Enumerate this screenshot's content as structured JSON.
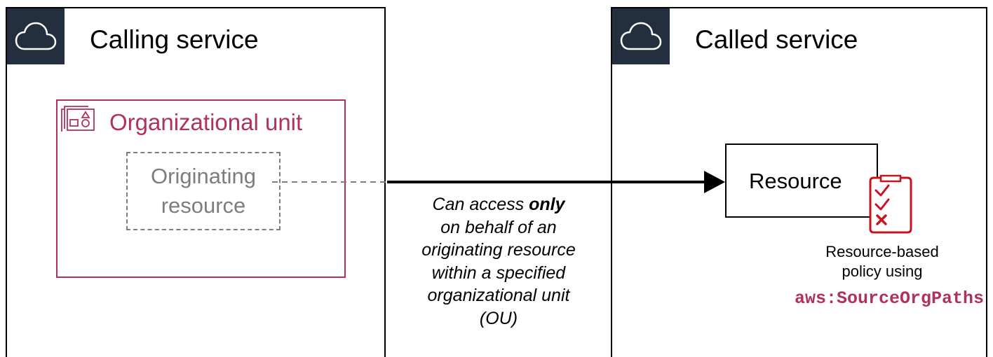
{
  "calling_service": {
    "title": "Calling service",
    "icon": "cloud-icon"
  },
  "called_service": {
    "title": "Called service",
    "icon": "cloud-icon"
  },
  "organizational_unit": {
    "title": "Organizational unit",
    "icon": "organizational-unit-icon"
  },
  "originating_resource": {
    "line1": "Originating",
    "line2": "resource"
  },
  "access_caption": {
    "prefix": "Can access ",
    "emphasis": "only",
    "line2": "on behalf of an",
    "line3": "originating resource",
    "line4": "within a specified",
    "line5": "organizational unit",
    "line6": "(OU)"
  },
  "resource": {
    "label": "Resource",
    "icon": "policy-checklist-icon"
  },
  "policy": {
    "line1": "Resource-based",
    "line2": "policy using",
    "condition_key": "aws:SourceOrgPaths"
  },
  "colors": {
    "dark_tile": "#232f3e",
    "accent": "#b0325a",
    "dashed_gray": "#7d7d7d",
    "policy_red": "#c7131f"
  }
}
